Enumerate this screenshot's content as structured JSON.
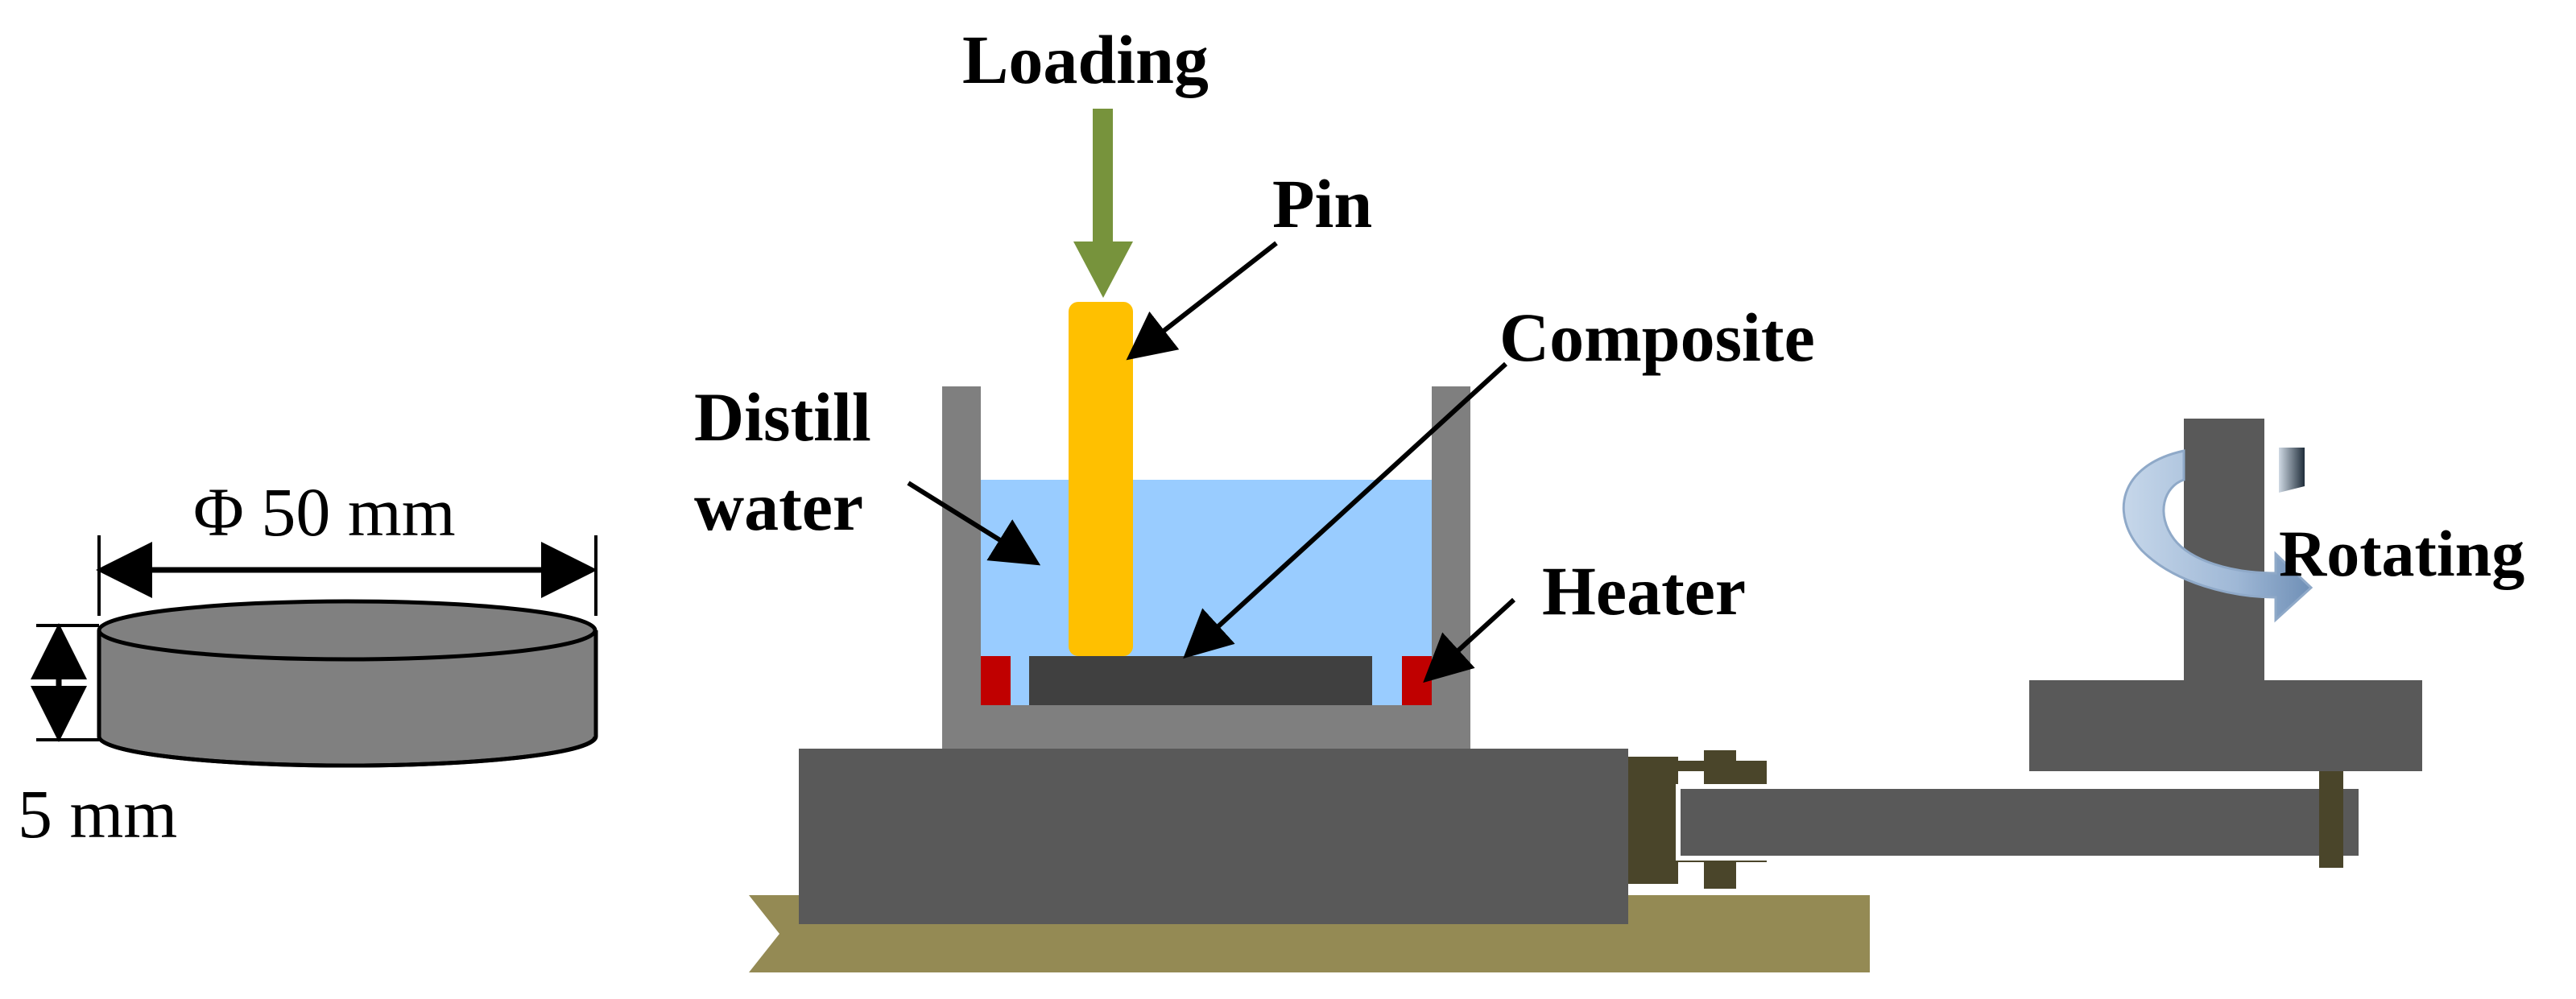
{
  "labels": {
    "loading": "Loading",
    "pin": "Pin",
    "composite": "Composite",
    "distill_line1": "Distill",
    "distill_line2": "water",
    "heater": "Heater",
    "rotating": "Rotating",
    "diameter": "Φ 50 mm",
    "thickness": "5 mm"
  },
  "colors": {
    "background": "#ffffff",
    "water": "#99ccff",
    "pin": "#ffc000",
    "loading_arrow": "#77933c",
    "container_wall": "#7f7f7f",
    "dark_gray": "#595959",
    "composite_plate": "#404040",
    "heater": "#c00000",
    "base_plate": "#948a54",
    "coupling": "#4a452a",
    "rotation_arrow": "#b4cce6",
    "specimen": "#808080"
  }
}
